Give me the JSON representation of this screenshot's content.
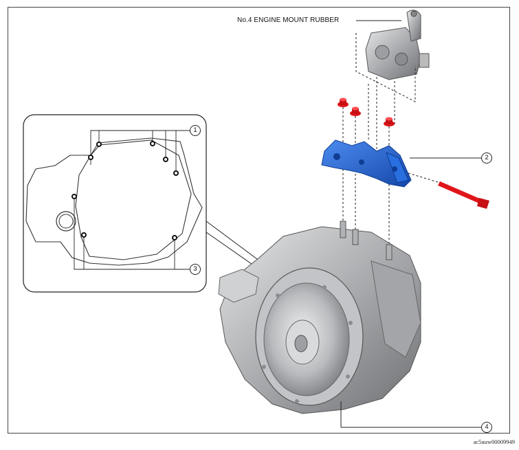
{
  "labels": {
    "engine_mount": "No.4 ENGINE MOUNT RUBBER"
  },
  "callouts": [
    "1",
    "2",
    "3",
    "4"
  ],
  "figure_code": "ac5uuw00009949",
  "colors": {
    "bracket": "#1f63d6",
    "bolt": "#e0161a",
    "metal": "#b8babd",
    "outline": "#222222"
  }
}
